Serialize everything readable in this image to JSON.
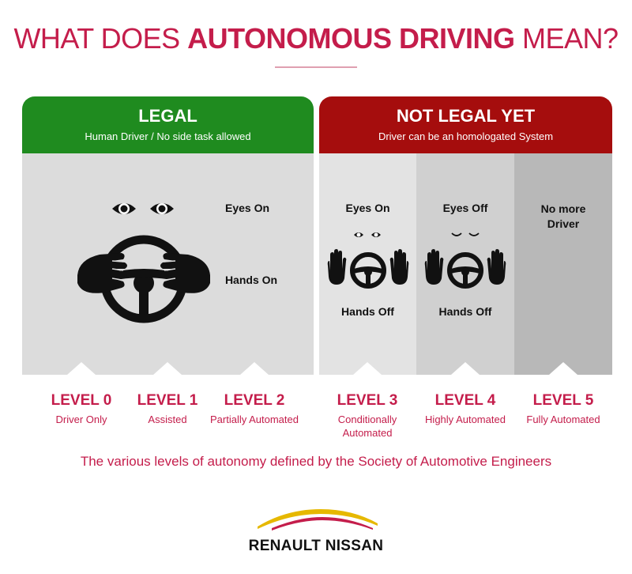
{
  "title": {
    "prefix": "WHAT DOES ",
    "highlight": "AUTONOMOUS DRIVING",
    "suffix": " MEAN?"
  },
  "panels": {
    "legal": {
      "title": "LEGAL",
      "subtitle": "Human Driver / No side task allowed"
    },
    "not_legal": {
      "title": "NOT LEGAL YET",
      "subtitle": "Driver can be an homologated System"
    }
  },
  "legal_labels": {
    "eyes": "Eyes On",
    "hands": "Hands On"
  },
  "level3": {
    "eyes": "Eyes On",
    "hands": "Hands Off"
  },
  "level4": {
    "eyes": "Eyes Off",
    "hands": "Hands Off"
  },
  "level5": {
    "line1": "No more",
    "line2": "Driver"
  },
  "levels": [
    {
      "name": "LEVEL 0",
      "desc1": "Driver Only",
      "desc2": ""
    },
    {
      "name": "LEVEL 1",
      "desc1": "Assisted",
      "desc2": ""
    },
    {
      "name": "LEVEL 2",
      "desc1": "Partially Automated",
      "desc2": ""
    },
    {
      "name": "LEVEL 3",
      "desc1": "Conditionally",
      "desc2": "Automated"
    },
    {
      "name": "LEVEL 4",
      "desc1": "Highly Automated",
      "desc2": ""
    },
    {
      "name": "LEVEL 5",
      "desc1": "Fully Automated",
      "desc2": ""
    }
  ],
  "caption": "The various levels of autonomy defined by the Society of Automotive Engineers",
  "brand": "RENAULT NISSAN",
  "colors": {
    "accent": "#c41d4b",
    "legal": "#1f8b1f",
    "not_legal": "#a50d0d"
  }
}
